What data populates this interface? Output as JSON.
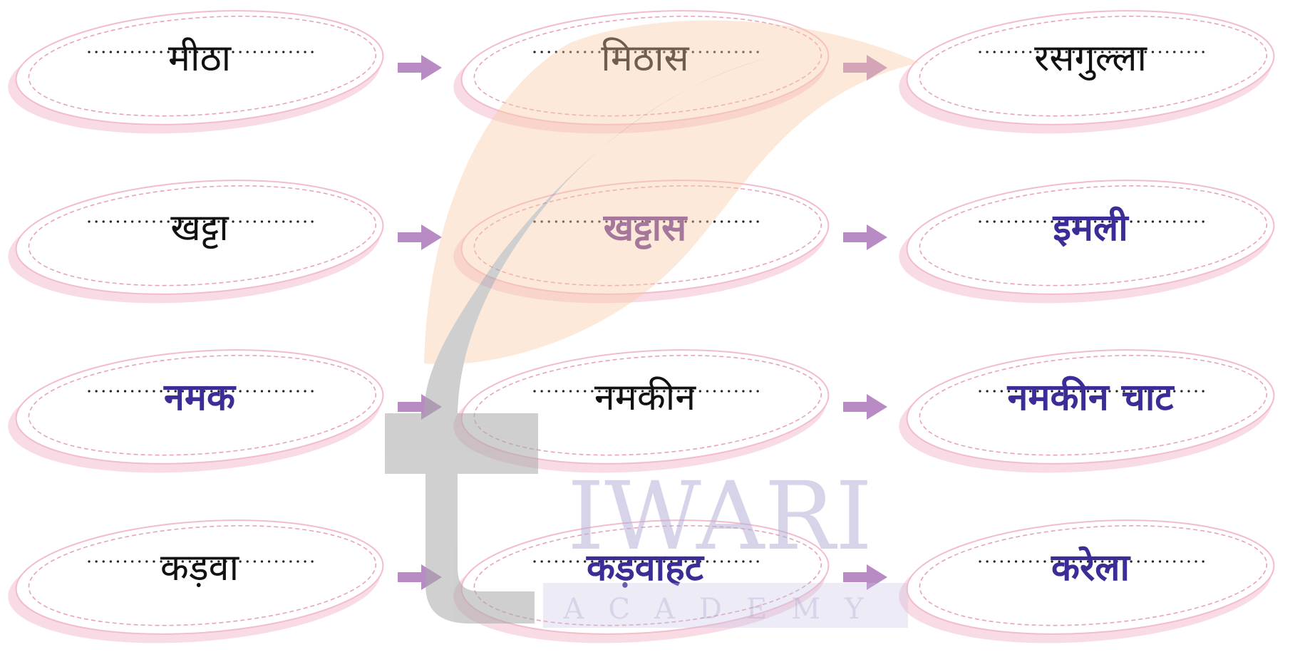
{
  "colors": {
    "given_text": "#111111",
    "answer_text": "#3a2d96",
    "oval_border": "#f3bccd",
    "arrow": "#b98bc4"
  },
  "rows": [
    {
      "taste": {
        "text": "मीठा",
        "style": "given"
      },
      "noun": {
        "text": "मिठास",
        "style": "given"
      },
      "example": {
        "text": "रसगुल्ला",
        "style": "given"
      }
    },
    {
      "taste": {
        "text": "खट्टा",
        "style": "given"
      },
      "noun": {
        "text": "खट्टास",
        "style": "answer-alt"
      },
      "example": {
        "text": "इमली",
        "style": "answer"
      }
    },
    {
      "taste": {
        "text": "नमक",
        "style": "answer"
      },
      "noun": {
        "text": "नमकीन",
        "style": "given"
      },
      "example": {
        "text": "नमकीन चाट",
        "style": "answer"
      }
    },
    {
      "taste": {
        "text": "कड़वा",
        "style": "given"
      },
      "noun": {
        "text": "कड़वाहट",
        "style": "answer"
      },
      "example": {
        "text": "करेला",
        "style": "answer"
      }
    }
  ],
  "watermark": {
    "line1": "IWARI",
    "line2": "ACADEMY"
  }
}
